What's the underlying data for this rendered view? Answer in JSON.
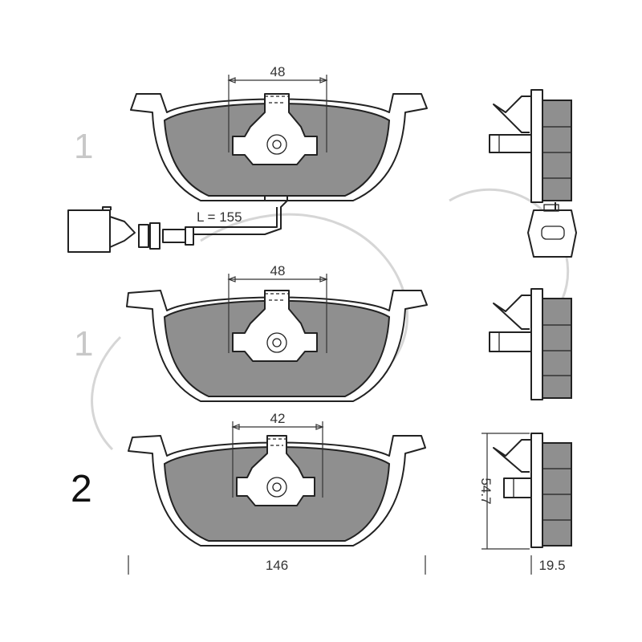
{
  "watermark_digits": [
    "1",
    "1"
  ],
  "variant_number": "2",
  "dimensions": {
    "pad1_width": "48",
    "pad2_width": "48",
    "pad3_width": "42",
    "wire_length": "L = 155",
    "overall_width": "146",
    "height": "54.7",
    "thickness": "19.5"
  },
  "colors": {
    "friction_material": "#8f8f8f",
    "outline": "#222222"
  }
}
